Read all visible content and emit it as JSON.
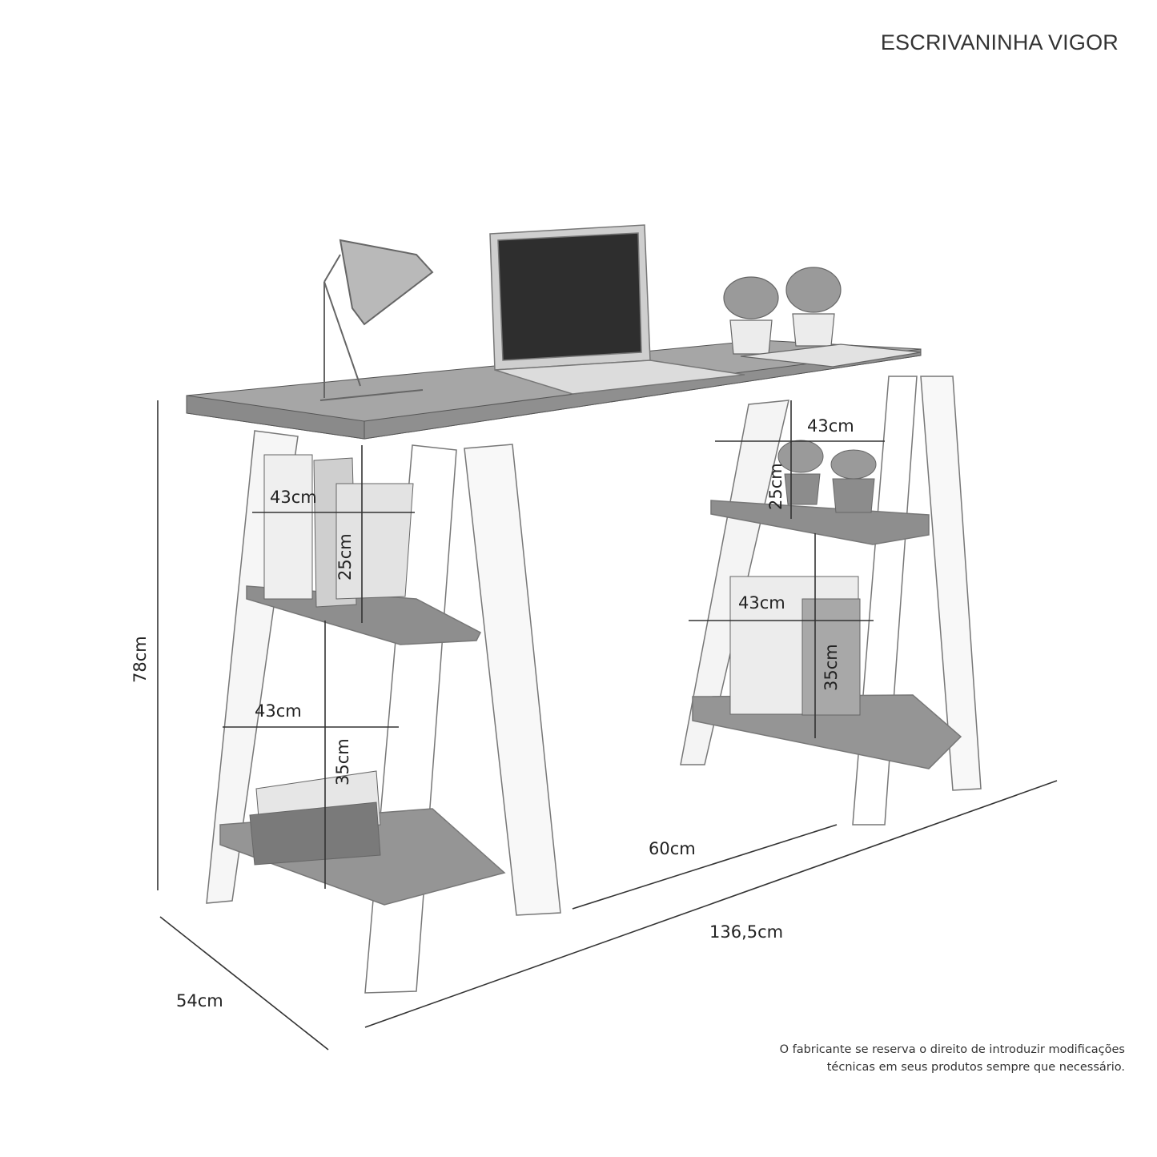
{
  "title": "ESCRIVANINHA VIGOR",
  "note_line1": "O fabricante se reserva o direito de introduzir modificações",
  "note_line2": "técnicas em seus produtos sempre que necessário.",
  "dimensions": {
    "height": "78cm",
    "depth": "54cm",
    "width": "136,5cm",
    "leg_gap": "60cm",
    "left_upper_shelf_width": "43cm",
    "left_upper_shelf_height": "25cm",
    "left_lower_shelf_width": "43cm",
    "left_lower_shelf_height": "35cm",
    "right_upper_shelf_width": "43cm",
    "right_upper_shelf_height": "25cm",
    "right_lower_shelf_width": "43cm",
    "right_lower_shelf_height": "35cm"
  }
}
